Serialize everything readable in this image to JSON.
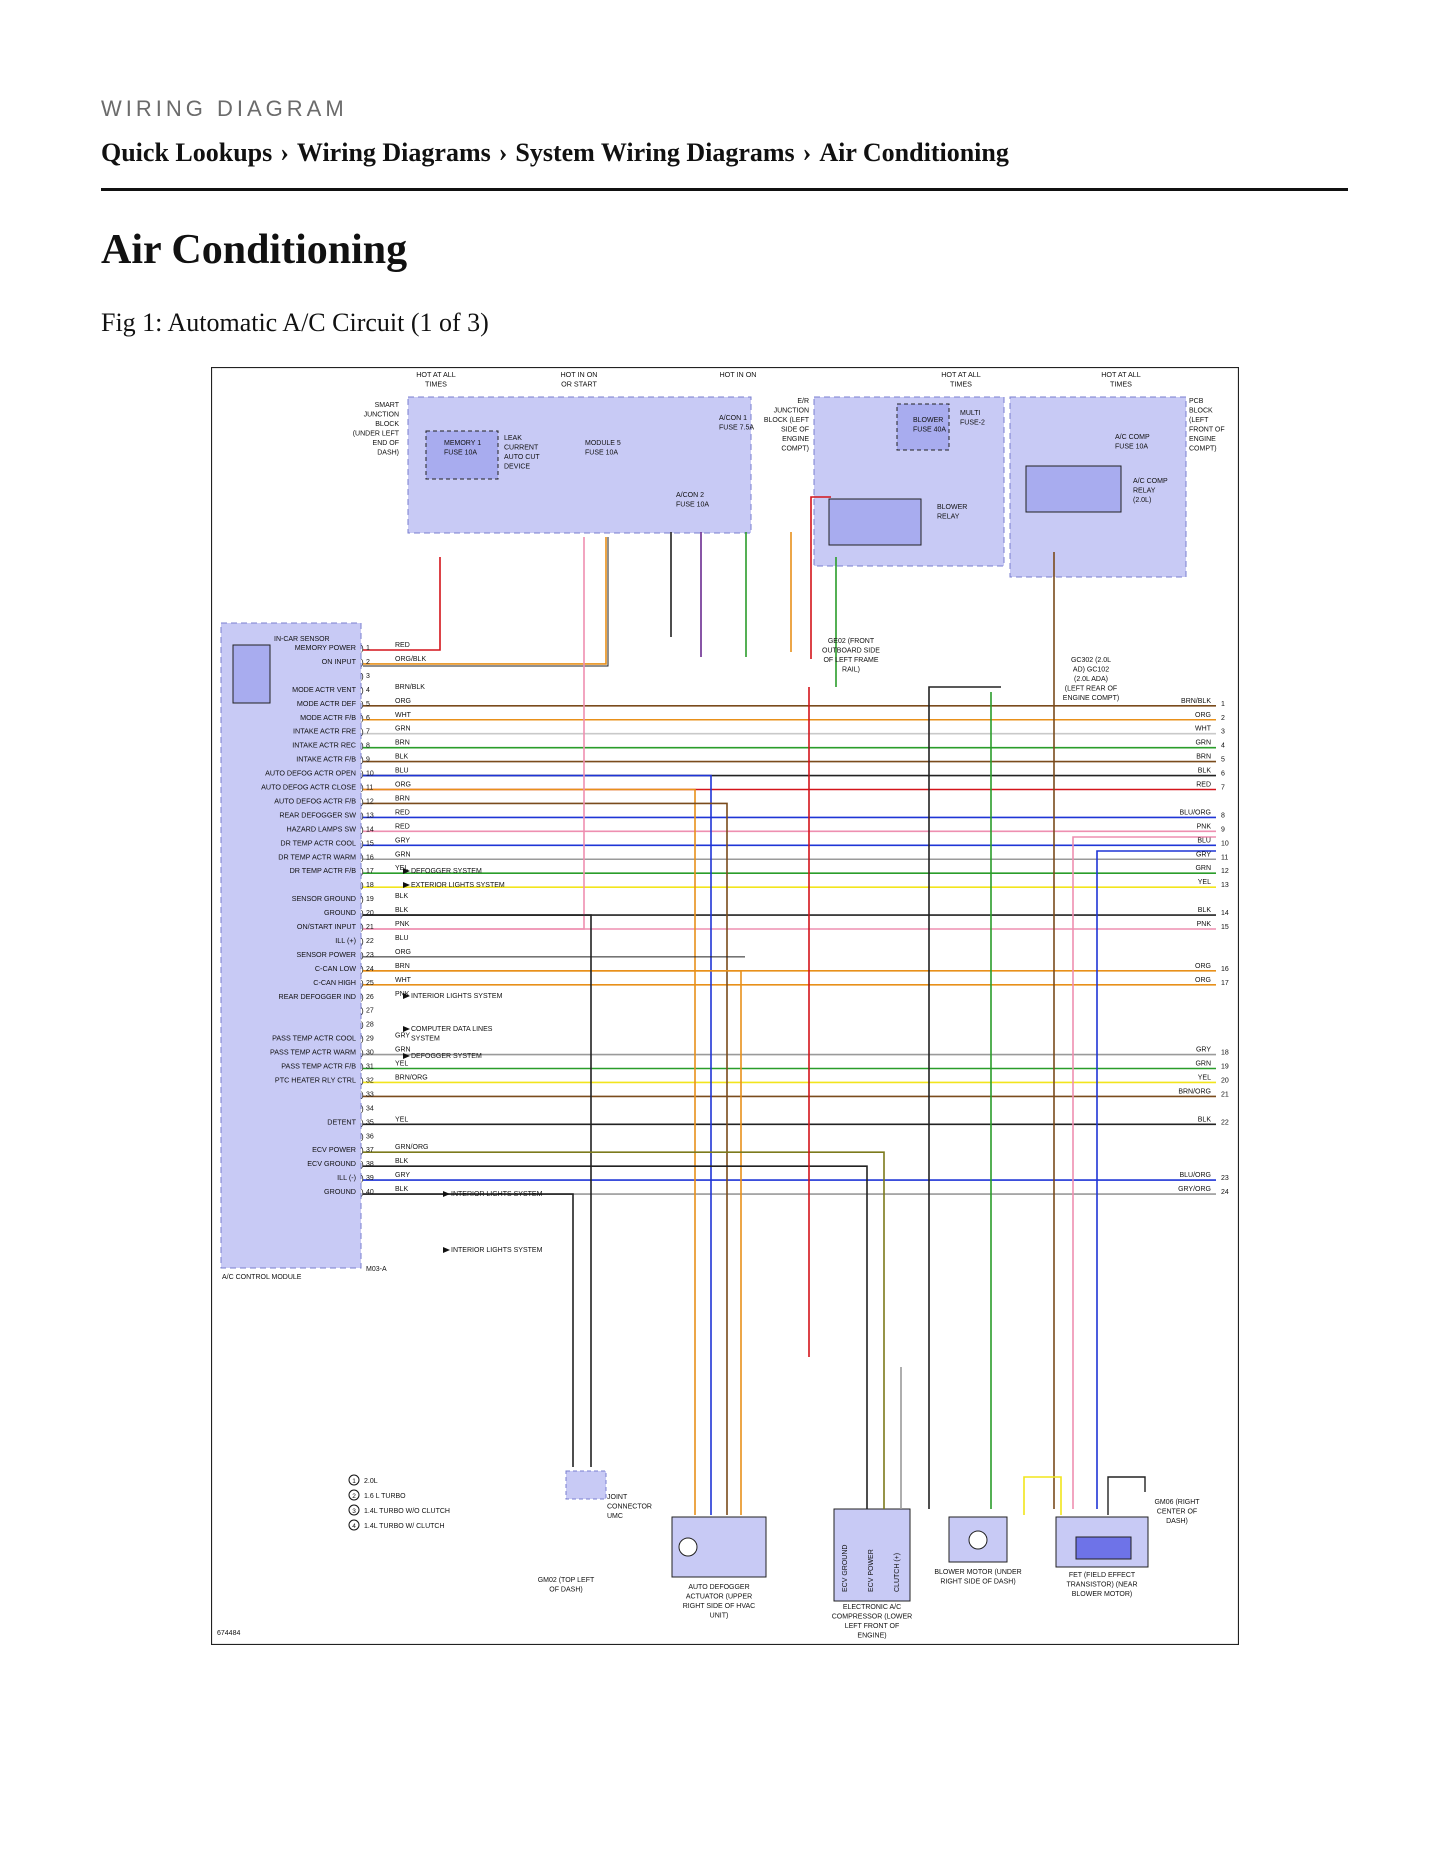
{
  "header": {
    "kicker": "WIRING DIAGRAM",
    "breadcrumb": [
      "Quick Lookups",
      "Wiring Diagrams",
      "System Wiring Diagrams",
      "Air Conditioning"
    ],
    "separator": "›"
  },
  "page_title": "Air Conditioning",
  "figure_caption": "Fig 1: Automatic A/C Circuit (1 of 3)",
  "diagram": {
    "figure_number": "674484",
    "module_name": "A/C CONTROL MODULE",
    "module_connector": "M03-A",
    "sensor_label": "IN-CAR SENSOR",
    "top_labels": [
      "HOT AT ALL TIMES",
      "HOT IN ON OR START",
      "HOT IN ON",
      "HOT AT ALL TIMES",
      "HOT AT ALL TIMES"
    ],
    "block_labels": {
      "smart_junction": "SMART JUNCTION BLOCK (UNDER LEFT END OF DASH)",
      "er_junction": "E/R JUNCTION BLOCK (LEFT SIDE OF ENGINE COMPT)",
      "pcb_block": "PCB BLOCK (LEFT FRONT OF ENGINE COMPT)"
    },
    "fuses": [
      "MEMORY 1 FUSE 10A",
      "LEAK CURRENT AUTO CUT DEVICE",
      "MODULE 5 FUSE 10A",
      "A/CON 1 FUSE 7.5A",
      "A/CON 2 FUSE 10A",
      "BLOWER FUSE 40A",
      "MULTI FUSE-2",
      "BLOWER RELAY",
      "A/C COMP FUSE 10A",
      "A/C COMP RELAY (2.0L)"
    ],
    "grounds": [
      "GE02 (FRONT OUTBOARD SIDE OF LEFT FRAME RAIL)",
      "GC302 (2.0L AD) GC102 (2.0L ADA) (LEFT REAR OF ENGINE COMPT)",
      "GM02 (TOP LEFT OF DASH)",
      "GM06 (RIGHT CENTER OF DASH)"
    ],
    "left_pins": [
      {
        "pin": "1",
        "name": "MEMORY POWER",
        "color": "RED"
      },
      {
        "pin": "2",
        "name": "ON INPUT",
        "color": "ORG/BLK"
      },
      {
        "pin": "3",
        "name": "",
        "color": ""
      },
      {
        "pin": "4",
        "name": "MODE ACTR VENT",
        "color": "BRN/BLK"
      },
      {
        "pin": "5",
        "name": "MODE ACTR DEF",
        "color": "ORG"
      },
      {
        "pin": "6",
        "name": "MODE ACTR F/B",
        "color": "WHT"
      },
      {
        "pin": "7",
        "name": "INTAKE ACTR FRE",
        "color": "GRN"
      },
      {
        "pin": "8",
        "name": "INTAKE ACTR REC",
        "color": "BRN"
      },
      {
        "pin": "9",
        "name": "INTAKE ACTR F/B",
        "color": "BLK"
      },
      {
        "pin": "10",
        "name": "AUTO DEFOG ACTR OPEN",
        "color": "BLU"
      },
      {
        "pin": "11",
        "name": "AUTO DEFOG ACTR CLOSE",
        "color": "ORG"
      },
      {
        "pin": "12",
        "name": "AUTO DEFOG ACTR F/B",
        "color": "BRN"
      },
      {
        "pin": "13",
        "name": "REAR DEFOGGER SW",
        "color": "RED"
      },
      {
        "pin": "14",
        "name": "HAZARD LAMPS SW",
        "color": "RED"
      },
      {
        "pin": "15",
        "name": "DR TEMP ACTR COOL",
        "color": "GRY"
      },
      {
        "pin": "16",
        "name": "DR TEMP ACTR WARM",
        "color": "GRN"
      },
      {
        "pin": "17",
        "name": "DR TEMP ACTR F/B",
        "color": "YEL"
      },
      {
        "pin": "18",
        "name": "",
        "color": ""
      },
      {
        "pin": "19",
        "name": "SENSOR GROUND",
        "color": "BLK"
      },
      {
        "pin": "20",
        "name": "GROUND",
        "color": "BLK"
      },
      {
        "pin": "21",
        "name": "ON/START INPUT",
        "color": "PNK"
      },
      {
        "pin": "22",
        "name": "ILL (+)",
        "color": "BLU"
      },
      {
        "pin": "23",
        "name": "SENSOR POWER",
        "color": "ORG"
      },
      {
        "pin": "24",
        "name": "C-CAN LOW",
        "color": "BRN"
      },
      {
        "pin": "25",
        "name": "C-CAN HIGH",
        "color": "WHT"
      },
      {
        "pin": "26",
        "name": "REAR DEFOGGER IND",
        "color": "PNK"
      },
      {
        "pin": "27",
        "name": "",
        "color": ""
      },
      {
        "pin": "28",
        "name": "",
        "color": ""
      },
      {
        "pin": "29",
        "name": "PASS TEMP ACTR COOL",
        "color": "GRY"
      },
      {
        "pin": "30",
        "name": "PASS TEMP ACTR WARM",
        "color": "GRN"
      },
      {
        "pin": "31",
        "name": "PASS TEMP ACTR F/B",
        "color": "YEL"
      },
      {
        "pin": "32",
        "name": "PTC HEATER RLY CTRL",
        "color": "BRN/ORG"
      },
      {
        "pin": "33",
        "name": "",
        "color": ""
      },
      {
        "pin": "34",
        "name": "",
        "color": ""
      },
      {
        "pin": "35",
        "name": "DETENT",
        "color": "YEL"
      },
      {
        "pin": "36",
        "name": "",
        "color": ""
      },
      {
        "pin": "37",
        "name": "ECV POWER",
        "color": "GRN/ORG"
      },
      {
        "pin": "38",
        "name": "ECV GROUND",
        "color": "BLK"
      },
      {
        "pin": "39",
        "name": "ILL (-)",
        "color": "GRY"
      },
      {
        "pin": "40",
        "name": "GROUND",
        "color": "BLK"
      }
    ],
    "right_pins": [
      {
        "pin": "1",
        "color": "BRN/BLK"
      },
      {
        "pin": "2",
        "color": "ORG"
      },
      {
        "pin": "3",
        "color": "WHT"
      },
      {
        "pin": "4",
        "color": "GRN"
      },
      {
        "pin": "5",
        "color": "BRN"
      },
      {
        "pin": "6",
        "color": "BLK"
      },
      {
        "pin": "7",
        "color": "RED"
      },
      {
        "pin": "8",
        "color": "BLU/ORG"
      },
      {
        "pin": "9",
        "color": "PNK"
      },
      {
        "pin": "10",
        "color": "BLU"
      },
      {
        "pin": "11",
        "color": "GRY"
      },
      {
        "pin": "12",
        "color": "GRN"
      },
      {
        "pin": "13",
        "color": "YEL"
      },
      {
        "pin": "14",
        "color": "BLK"
      },
      {
        "pin": "15",
        "color": "PNK"
      },
      {
        "pin": "16",
        "color": "ORG"
      },
      {
        "pin": "17",
        "color": "ORG"
      },
      {
        "pin": "18",
        "color": "GRY"
      },
      {
        "pin": "19",
        "color": "GRN"
      },
      {
        "pin": "20",
        "color": "YEL"
      },
      {
        "pin": "21",
        "color": "BRN/ORG"
      },
      {
        "pin": "22",
        "color": "BLK"
      },
      {
        "pin": "23",
        "color": "BLU/ORG"
      },
      {
        "pin": "24",
        "color": "GRY/ORG"
      }
    ],
    "system_refs": [
      "DEFOGGER SYSTEM",
      "EXTERIOR LIGHTS SYSTEM",
      "INTERIOR LIGHTS SYSTEM",
      "COMPUTER DATA LINES SYSTEM",
      "DEFOGGER SYSTEM",
      "INTERIOR LIGHTS SYSTEM",
      "INTERIOR LIGHTS SYSTEM"
    ],
    "legend": [
      "2.0L",
      "1.6 L TURBO",
      "1.4L TURBO W/O CLUTCH",
      "1.4L TURBO W/ CLUTCH"
    ],
    "components": [
      "JOINT CONNECTOR UMC",
      "AUTO DEFOGGER ACTUATOR (UPPER RIGHT SIDE OF HVAC UNIT)",
      "ELECTRONIC A/C COMPRESSOR (LOWER LEFT FRONT OF ENGINE)",
      "BLOWER MOTOR (UNDER RIGHT SIDE OF DASH)",
      "FET (FIELD EFFECT TRANSISTOR) (NEAR BLOWER MOTOR)"
    ],
    "compressor_pins": [
      "ECV GROUND",
      "ECV POWER",
      "CLUTCH (+)"
    ],
    "wire_colors": {
      "RED": "#d4141b",
      "BLK": "#222222",
      "ORG": "#e8901a",
      "BLU": "#1f35d6",
      "GRN": "#2a9d2a",
      "YEL": "#f2e51c",
      "BRN": "#7a4b1c",
      "PNK": "#ee8fb0",
      "WHT": "#c9c9c9",
      "GRY": "#9a9a9a",
      "PUR": "#6b2a8f",
      "OLV": "#7c7a1c",
      "block_fill": "#c8caf5",
      "block_stroke": "#7a7fd0",
      "inner_fill": "#a8acef"
    }
  }
}
